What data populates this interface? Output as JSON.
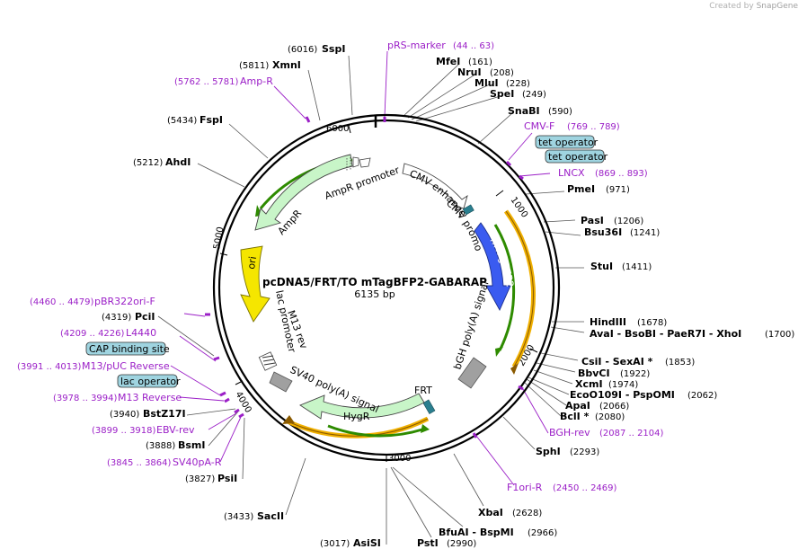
{
  "app": {
    "credit_prefix": "Created by",
    "credit_brand": "SnapGene"
  },
  "plasmid": {
    "name": "pcDNA5/FRT/TO mTagBFP2-GABARAP",
    "length_label": "6135 bp",
    "length": 6135
  },
  "ticks": [
    {
      "pos": 1000,
      "label": "1000"
    },
    {
      "pos": 2000,
      "label": "2000"
    },
    {
      "pos": 3000,
      "label": "3000"
    },
    {
      "pos": 4000,
      "label": "4000"
    },
    {
      "pos": 5000,
      "label": "5000"
    },
    {
      "pos": 6000,
      "label": "6000"
    }
  ],
  "enzymes": [
    {
      "name": "SspI",
      "pos": "(6016)"
    },
    {
      "name": "XmnI",
      "pos": "(5811)"
    },
    {
      "name": "FspI",
      "pos": "(5434)"
    },
    {
      "name": "AhdI",
      "pos": "(5212)"
    },
    {
      "name": "MfeI",
      "pos": "(161)"
    },
    {
      "name": "NruI",
      "pos": "(208)"
    },
    {
      "name": "MluI",
      "pos": "(228)"
    },
    {
      "name": "SpeI",
      "pos": "(249)"
    },
    {
      "name": "SnaBI",
      "pos": "(590)"
    },
    {
      "name": "PmeI",
      "pos": "(971)"
    },
    {
      "name": "PasI",
      "pos": "(1206)"
    },
    {
      "name": "Bsu36I",
      "pos": "(1241)"
    },
    {
      "name": "StuI",
      "pos": "(1411)"
    },
    {
      "name": "HindIII",
      "pos": "(1678)"
    },
    {
      "name": "AvaI - BsoBI - PaeR7I - XhoI",
      "pos": "(1700)"
    },
    {
      "name": "CsiI - SexAI *",
      "pos": "(1853)"
    },
    {
      "name": "BbvCI",
      "pos": "(1922)"
    },
    {
      "name": "XcmI",
      "pos": "(1974)"
    },
    {
      "name": "EcoO109I - PspOMI",
      "pos": "(2062)"
    },
    {
      "name": "ApaI",
      "pos": "(2066)"
    },
    {
      "name": "BclI *",
      "pos": "(2080)"
    },
    {
      "name": "SphI",
      "pos": "(2293)"
    },
    {
      "name": "XbaI",
      "pos": "(2628)"
    },
    {
      "name": "BfuAI - BspMI",
      "pos": "(2966)"
    },
    {
      "name": "PstI",
      "pos": "(2990)"
    },
    {
      "name": "AsiSI",
      "pos": "(3017)"
    },
    {
      "name": "SacII",
      "pos": "(3433)"
    },
    {
      "name": "PsiI",
      "pos": "(3827)"
    },
    {
      "name": "BsmI",
      "pos": "(3888)"
    },
    {
      "name": "BstZ17I",
      "pos": "(3940)"
    },
    {
      "name": "PciI",
      "pos": "(4319)"
    }
  ],
  "primers": [
    {
      "name": "pRS-marker",
      "pos": "(44 .. 63)"
    },
    {
      "name": "Amp-R",
      "pos": "(5762 .. 5781)"
    },
    {
      "name": "CMV-F",
      "pos": "(769 .. 789)"
    },
    {
      "name": "LNCX",
      "pos": "(869 .. 893)"
    },
    {
      "name": "BGH-rev",
      "pos": "(2087 .. 2104)"
    },
    {
      "name": "F1ori-R",
      "pos": "(2450 .. 2469)"
    },
    {
      "name": "pBR322ori-F",
      "pos": "(4460 .. 4479)"
    },
    {
      "name": "L4440",
      "pos": "(4209 .. 4226)"
    },
    {
      "name": "M13/pUC Reverse",
      "pos": "(3991 .. 4013)"
    },
    {
      "name": "M13 Reverse",
      "pos": "(3978 .. 3994)"
    },
    {
      "name": "EBV-rev",
      "pos": "(3899 .. 3918)"
    },
    {
      "name": "SV40pA-R",
      "pos": "(3845 .. 3864)"
    }
  ],
  "boxes": [
    "tet operator",
    "tet operator",
    "CAP binding site",
    "lac operator"
  ],
  "features": {
    "cmv_enhancer": "CMV enhancer",
    "cmv_promoter": "CMV promoter",
    "mtagbfp2": "mTagBFP2",
    "bgh": "bGH poly(A) signal",
    "frt": "FRT",
    "hygr": "HygR",
    "sv40": "SV40 poly(A) signal",
    "m13rev": "M13 rev",
    "lac_promoter": "lac promoter",
    "ori": "ori",
    "ampr": "AmpR",
    "ampr_promoter": "AmpR promoter"
  },
  "colors": {
    "primer": "#9b1fc7",
    "mtagbfp2": "#3a5bf0",
    "ori": "#f5e600",
    "hygr": "#c8f5c8",
    "ampr": "#c8f5c8",
    "orf_green": "#2e8b00",
    "orf_orange": "#f0b000",
    "box_fill": "#9fd4e0",
    "frt": "#2a7f8f",
    "polyA": "#a0a0a0"
  }
}
